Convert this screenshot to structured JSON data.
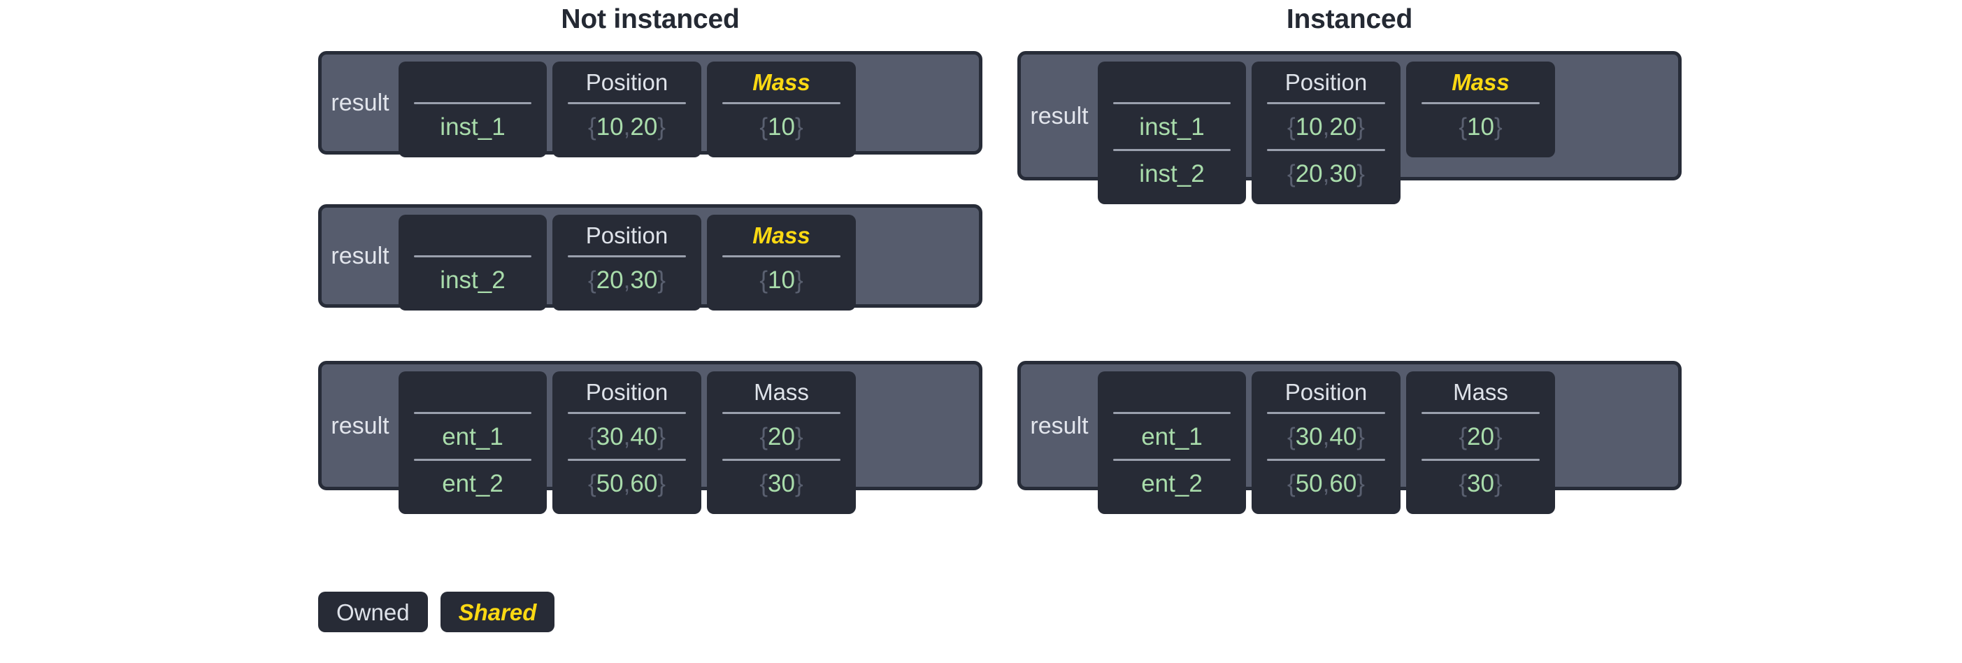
{
  "headings": {
    "left": "Not instanced",
    "right": "Instanced"
  },
  "labels": {
    "result": "result",
    "position": "Position",
    "mass": "Mass",
    "blank": ""
  },
  "legend": {
    "owned": "Owned",
    "shared": "Shared"
  },
  "colors": {
    "shell": "#565c6d",
    "shell_border": "#272c38",
    "card": "#272b36",
    "owned_text": "#dfe3ea",
    "shared_text": "#fcd913",
    "value_text": "#a9dcab",
    "brace_text": "#5a6070",
    "rule": "#9aa0ad",
    "page_bg": "#ffffff",
    "title_text": "#242933"
  },
  "tables": {
    "left": [
      {
        "id": "not-instanced-inst-1",
        "result": "result",
        "columns": [
          {
            "header": "",
            "shared": false
          },
          {
            "header": "Position",
            "shared": false
          },
          {
            "header": "Mass",
            "shared": true
          }
        ],
        "rows": [
          {
            "name": "inst_1",
            "position": "{10, 20}",
            "mass": "{10}"
          }
        ],
        "mass_rows": 1
      },
      {
        "id": "not-instanced-inst-2",
        "result": "result",
        "columns": [
          {
            "header": "",
            "shared": false
          },
          {
            "header": "Position",
            "shared": false
          },
          {
            "header": "Mass",
            "shared": true
          }
        ],
        "rows": [
          {
            "name": "inst_2",
            "position": "{20, 30}",
            "mass": "{10}"
          }
        ],
        "mass_rows": 1
      },
      {
        "id": "not-instanced-entities",
        "result": "result",
        "columns": [
          {
            "header": "",
            "shared": false
          },
          {
            "header": "Position",
            "shared": false
          },
          {
            "header": "Mass",
            "shared": false
          }
        ],
        "rows": [
          {
            "name": "ent_1",
            "position": "{30, 40}",
            "mass": "{20}"
          },
          {
            "name": "ent_2",
            "position": "{50, 60}",
            "mass": "{30}"
          }
        ],
        "mass_rows": 2
      }
    ],
    "right": [
      {
        "id": "instanced-instances",
        "result": "result",
        "columns": [
          {
            "header": "",
            "shared": false
          },
          {
            "header": "Position",
            "shared": false
          },
          {
            "header": "Mass",
            "shared": true
          }
        ],
        "rows": [
          {
            "name": "inst_1",
            "position": "{10, 20}",
            "mass": "{10}"
          },
          {
            "name": "inst_2",
            "position": "{20, 30}",
            "mass": null
          }
        ],
        "mass_rows": 1
      },
      {
        "id": "instanced-entities",
        "result": "result",
        "columns": [
          {
            "header": "",
            "shared": false
          },
          {
            "header": "Position",
            "shared": false
          },
          {
            "header": "Mass",
            "shared": false
          }
        ],
        "rows": [
          {
            "name": "ent_1",
            "position": "{30, 40}",
            "mass": "{20}"
          },
          {
            "name": "ent_2",
            "position": "{50, 60}",
            "mass": "{30}"
          }
        ],
        "mass_rows": 2
      }
    ]
  }
}
